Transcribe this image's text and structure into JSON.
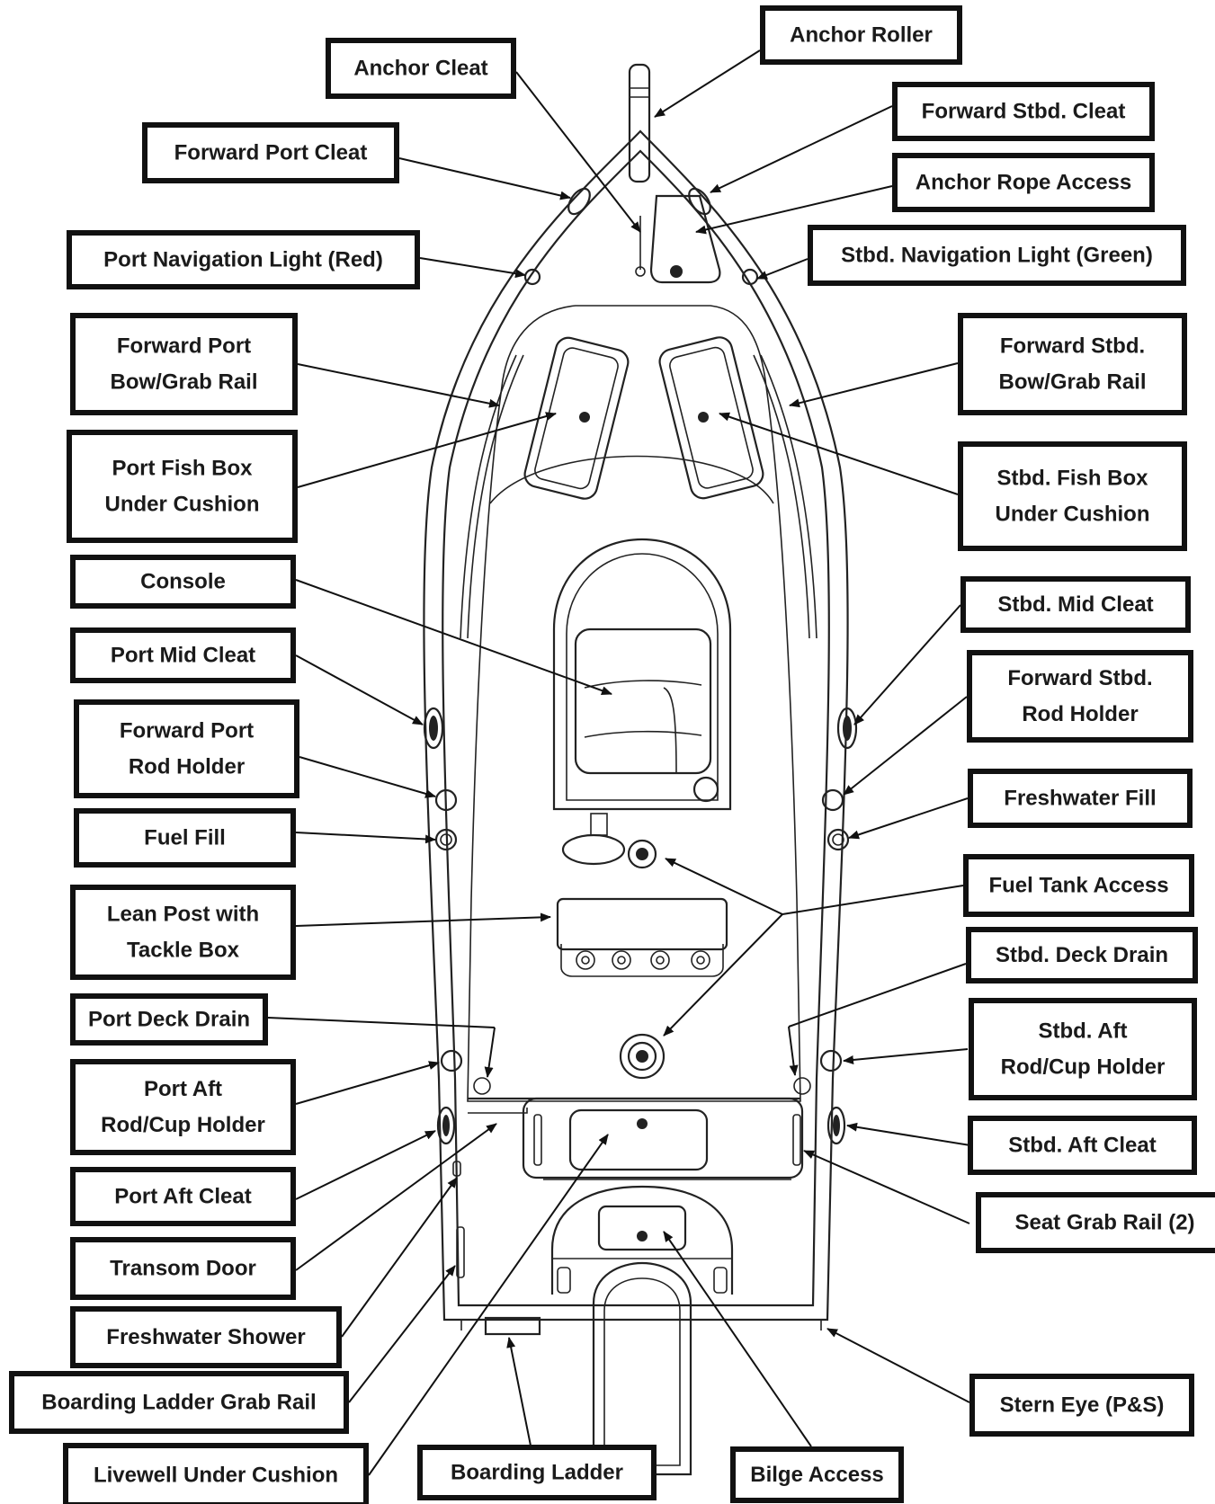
{
  "title": "",
  "callouts": [
    {
      "id": "anchor-roller",
      "lines": [
        "Anchor Roller"
      ]
    },
    {
      "id": "anchor-cleat",
      "lines": [
        "Anchor Cleat"
      ]
    },
    {
      "id": "forward-stbd-cleat",
      "lines": [
        "Forward Stbd. Cleat"
      ]
    },
    {
      "id": "forward-port-cleat",
      "lines": [
        "Forward Port Cleat"
      ]
    },
    {
      "id": "anchor-rope-access",
      "lines": [
        "Anchor Rope Access"
      ]
    },
    {
      "id": "port-navigation-light",
      "lines": [
        "Port Navigation Light (Red)"
      ]
    },
    {
      "id": "stbd-navigation-light",
      "lines": [
        "Stbd. Navigation Light (Green)"
      ]
    },
    {
      "id": "forward-port-bow-grab-rail",
      "lines": [
        "Forward Port",
        "Bow/Grab Rail"
      ]
    },
    {
      "id": "forward-stbd-bow-grab-rail",
      "lines": [
        "Forward Stbd.",
        "Bow/Grab Rail"
      ]
    },
    {
      "id": "port-fish-box",
      "lines": [
        "Port Fish Box",
        "Under Cushion"
      ]
    },
    {
      "id": "stbd-fish-box",
      "lines": [
        "Stbd. Fish Box",
        "Under Cushion"
      ]
    },
    {
      "id": "console",
      "lines": [
        "Console"
      ]
    },
    {
      "id": "stbd-mid-cleat",
      "lines": [
        "Stbd. Mid Cleat"
      ]
    },
    {
      "id": "port-mid-cleat",
      "lines": [
        "Port Mid Cleat"
      ]
    },
    {
      "id": "forward-stbd-rod-holder",
      "lines": [
        "Forward Stbd.",
        "Rod Holder"
      ]
    },
    {
      "id": "forward-port-rod-holder",
      "lines": [
        "Forward Port",
        "Rod Holder"
      ]
    },
    {
      "id": "freshwater-fill",
      "lines": [
        "Freshwater Fill"
      ]
    },
    {
      "id": "fuel-fill",
      "lines": [
        "Fuel Fill"
      ]
    },
    {
      "id": "fuel-tank-access",
      "lines": [
        "Fuel Tank Access"
      ]
    },
    {
      "id": "lean-post",
      "lines": [
        "Lean Post with",
        "Tackle Box"
      ]
    },
    {
      "id": "stbd-deck-drain",
      "lines": [
        "Stbd. Deck Drain"
      ]
    },
    {
      "id": "port-deck-drain",
      "lines": [
        "Port Deck Drain"
      ]
    },
    {
      "id": "stbd-aft-rod-cup-holder",
      "lines": [
        "Stbd. Aft",
        "Rod/Cup Holder"
      ]
    },
    {
      "id": "port-aft-rod-cup-holder",
      "lines": [
        "Port Aft",
        "Rod/Cup Holder"
      ]
    },
    {
      "id": "stbd-aft-cleat",
      "lines": [
        "Stbd. Aft Cleat"
      ]
    },
    {
      "id": "port-aft-cleat",
      "lines": [
        "Port Aft Cleat"
      ]
    },
    {
      "id": "seat-grab-rail",
      "lines": [
        "Seat Grab Rail (2)"
      ]
    },
    {
      "id": "transom-door",
      "lines": [
        "Transom Door"
      ]
    },
    {
      "id": "freshwater-shower",
      "lines": [
        "Freshwater Shower"
      ]
    },
    {
      "id": "boarding-ladder-grab-rail",
      "lines": [
        "Boarding Ladder Grab Rail"
      ]
    },
    {
      "id": "stern-eye",
      "lines": [
        "Stern Eye (P&S)"
      ]
    },
    {
      "id": "livewell",
      "lines": [
        "Livewell Under Cushion"
      ]
    },
    {
      "id": "boarding-ladder",
      "lines": [
        "Boarding Ladder"
      ]
    },
    {
      "id": "bilge-access",
      "lines": [
        "Bilge Access"
      ]
    }
  ]
}
